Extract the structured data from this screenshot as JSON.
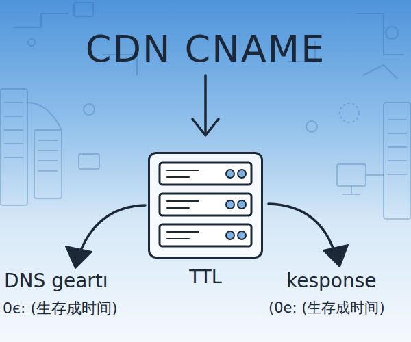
{
  "diagram": {
    "title": "CDN CNAME",
    "nodes": [
      {
        "text": [
          "TTL"
        ]
      }
    ],
    "labels": [
      "DNS geartı",
      "0є: (生存成时间)",
      "kesponse",
      "(0e: (生存成时间)"
    ]
  }
}
